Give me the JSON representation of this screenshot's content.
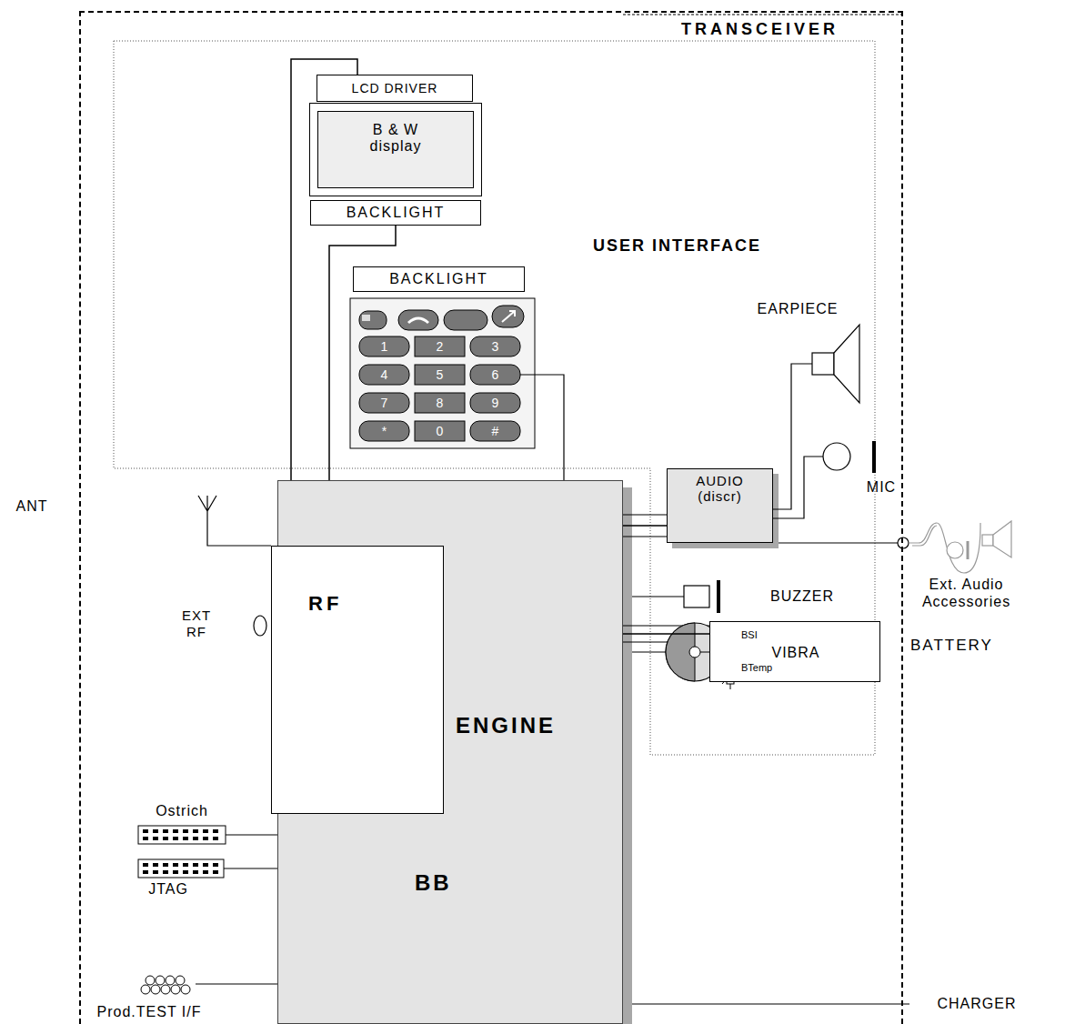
{
  "diagram": {
    "nodes": [
      {
        "text": [
          "TRANSCEIVER"
        ]
      },
      {
        "text": [
          "USER INTERFACE"
        ],
        "in": 0
      },
      {
        "text": [
          "LCD DRIVER"
        ],
        "in": 1
      },
      {
        "text": [
          "B & W display"
        ],
        "in": 1
      },
      {
        "text": [
          "BACKLIGHT"
        ],
        "in": 1
      },
      {
        "text": [
          "BACKLIGHT"
        ],
        "in": 1
      },
      {
        "text": [
          "ENGINE",
          "BB"
        ],
        "in": 0
      },
      {
        "text": [
          "RF"
        ],
        "in": 6
      },
      {
        "text": [
          "AUDIO (discr)"
        ],
        "in": 1
      },
      {
        "text": [
          "BSI",
          "BTemp",
          "BATTERY"
        ],
        "in": 0
      }
    ],
    "edges": [
      {
        "from": 6,
        "to": 2,
        "arrow": "none"
      },
      {
        "from": 6,
        "to": 4,
        "arrow": "none"
      },
      {
        "from": 6,
        "to": 8,
        "arrow": "none"
      },
      {
        "from": 6,
        "to": 9,
        "arrow": "none"
      }
    ],
    "labels": [
      "ANT",
      "EXT RF",
      "EARPIECE",
      "MIC",
      "BUZZER",
      "VIBRA",
      "Ext. Audio Accessories",
      "Ostrich",
      "JTAG",
      "Prod.TEST I/F",
      "CHARGER",
      "1",
      "2",
      "3",
      "4",
      "5",
      "6",
      "7",
      "8",
      "9",
      "*",
      "0",
      "#"
    ]
  }
}
